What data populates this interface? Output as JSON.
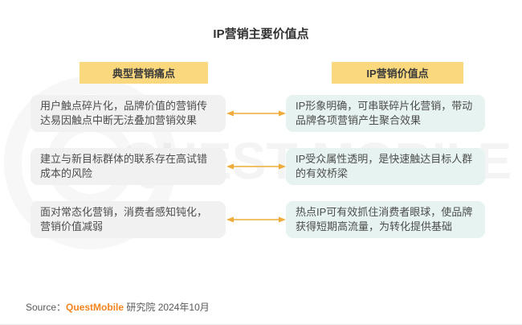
{
  "title": "IP营销主要价值点",
  "columns": {
    "left_header": "典型营销痛点",
    "right_header": "IP营销价值点"
  },
  "rows": [
    {
      "pain": "用户触点碎片化，品牌价值的营销传达易因触点中断无法叠加营销效果",
      "value": "IP形象明确，可串联碎片化营销，带动品牌各项营销产生聚合效果"
    },
    {
      "pain": "建立与新目标群体的联系存在高试错成本的风险",
      "value": "IP受众属性透明，是快速触达目标人群的有效桥梁"
    },
    {
      "pain": "面对常态化营销，消费者感知钝化，营销价值减弱",
      "value": "热点IP可有效抓住消费者眼球，使品牌获得短期高流量，为转化提供基础"
    }
  ],
  "footer": {
    "source_label": "Source：",
    "brand": "QuestMobile",
    "suffix": " 研究院 2024年10月"
  },
  "watermark_text": "QUEST MOBILE",
  "colors": {
    "badge_bg": "#FAD87E",
    "pain_box_bg": "#F1F1F1",
    "value_box_bg": "#E6F3F0",
    "arrow": "#F0AC3A",
    "brand_orange": "#F5841F",
    "text_dark": "#4D4D4D"
  }
}
